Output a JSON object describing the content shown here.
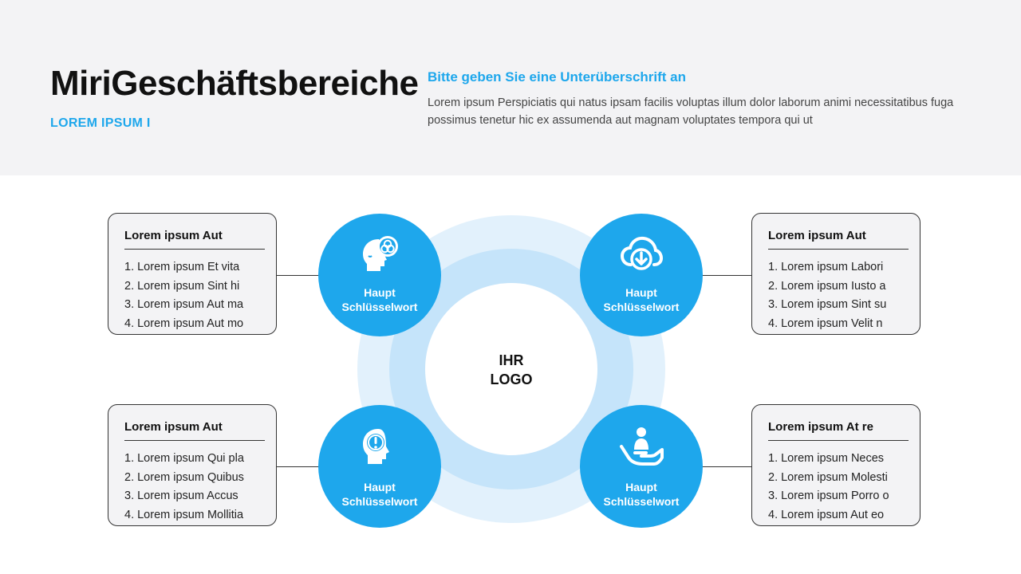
{
  "header": {
    "title": "MiriGeschäftsbereiche",
    "kicker": "LOREM IPSUM I",
    "subtitle": "Bitte geben Sie eine Unterüberschrift an",
    "description": "Lorem ipsum Perspiciatis qui natus ipsam facilis voluptas illum dolor laborum animi necessitatibus fuga possimus tenetur hic ex assumenda aut magnam voluptates tempora qui ut"
  },
  "center": {
    "logo_line1": "IHR",
    "logo_line2": "LOGO"
  },
  "colors": {
    "accent": "#1ea7ec",
    "ring_outer": "#e2f1fc",
    "ring_mid": "#c5e4fa",
    "header_bg": "#f3f3f5"
  },
  "nodes": [
    {
      "icon": "head-gears-icon",
      "line1": "Haupt",
      "line2": "Schlüsselwort"
    },
    {
      "icon": "cloud-download-icon",
      "line1": "Haupt",
      "line2": "Schlüsselwort"
    },
    {
      "icon": "head-alert-icon",
      "line1": "Haupt",
      "line2": "Schlüsselwort"
    },
    {
      "icon": "hand-person-icon",
      "line1": "Haupt",
      "line2": "Schlüsselwort"
    }
  ],
  "cards": [
    {
      "title": "Lorem ipsum Aut",
      "items": [
        "1. Lorem ipsum Et vita",
        "2. Lorem ipsum Sint hi",
        "3. Lorem ipsum Aut ma",
        "4. Lorem ipsum Aut mo"
      ]
    },
    {
      "title": "Lorem ipsum Aut",
      "items": [
        "1. Lorem ipsum Labori",
        "2. Lorem ipsum Iusto a",
        "3. Lorem ipsum Sint su",
        "4. Lorem ipsum Velit n"
      ]
    },
    {
      "title": "Lorem ipsum Aut",
      "items": [
        "1. Lorem ipsum Qui pla",
        "2. Lorem ipsum Quibus",
        "3. Lorem ipsum Accus",
        "4. Lorem ipsum Mollitia"
      ]
    },
    {
      "title": "Lorem ipsum At re",
      "items": [
        "1. Lorem ipsum Neces",
        "2. Lorem ipsum Molesti",
        "3. Lorem ipsum Porro o",
        "4. Lorem ipsum Aut eo"
      ]
    }
  ]
}
